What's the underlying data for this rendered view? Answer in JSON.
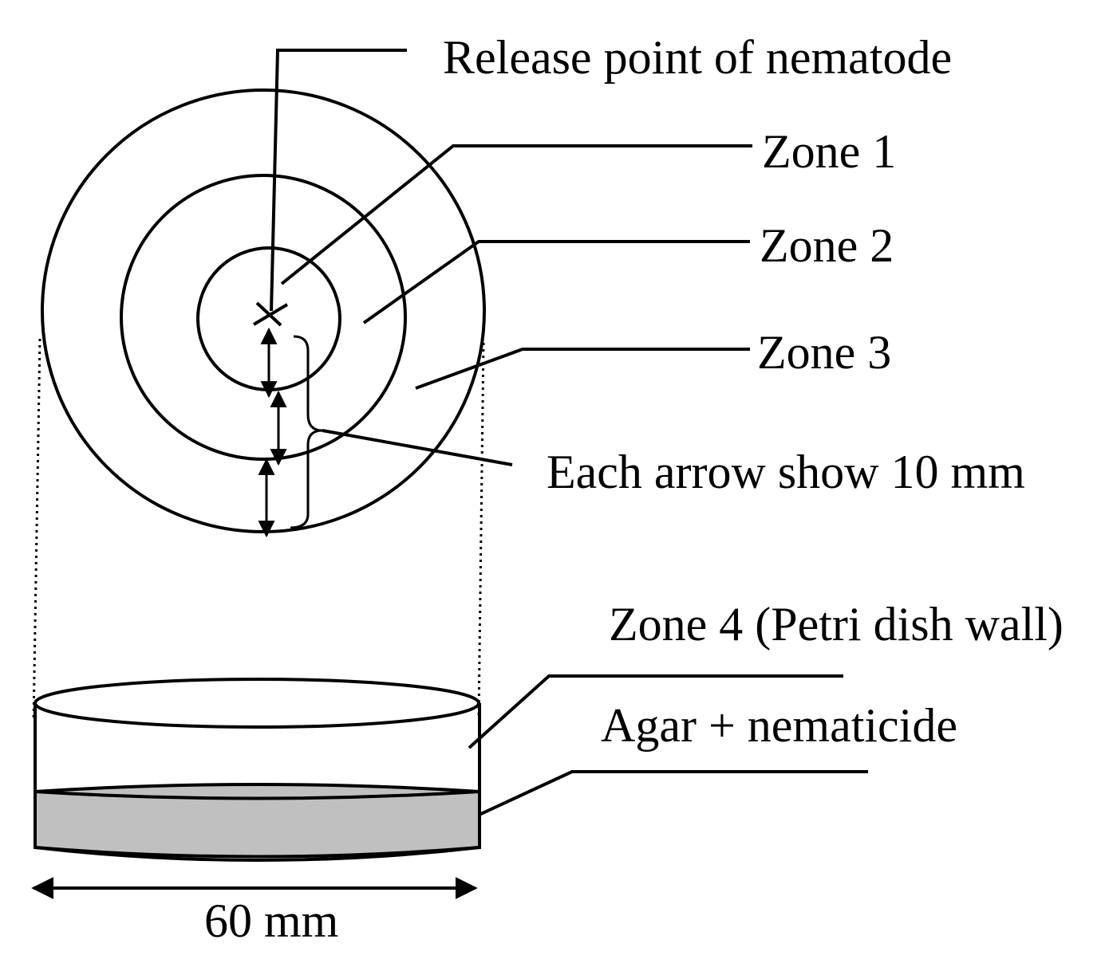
{
  "labels": {
    "release_point": "Release point of nematode",
    "zone1": "Zone 1",
    "zone2": "Zone 2",
    "zone3": "Zone 3",
    "arrow_note": "Each arrow show 10 mm",
    "zone4": "Zone 4 (Petri dish wall)",
    "agar": "Agar + nematicide",
    "diameter": "60 mm"
  },
  "colors": {
    "line": "#000000",
    "agar_fill": "#c0c0c0",
    "background": "#ffffff"
  }
}
